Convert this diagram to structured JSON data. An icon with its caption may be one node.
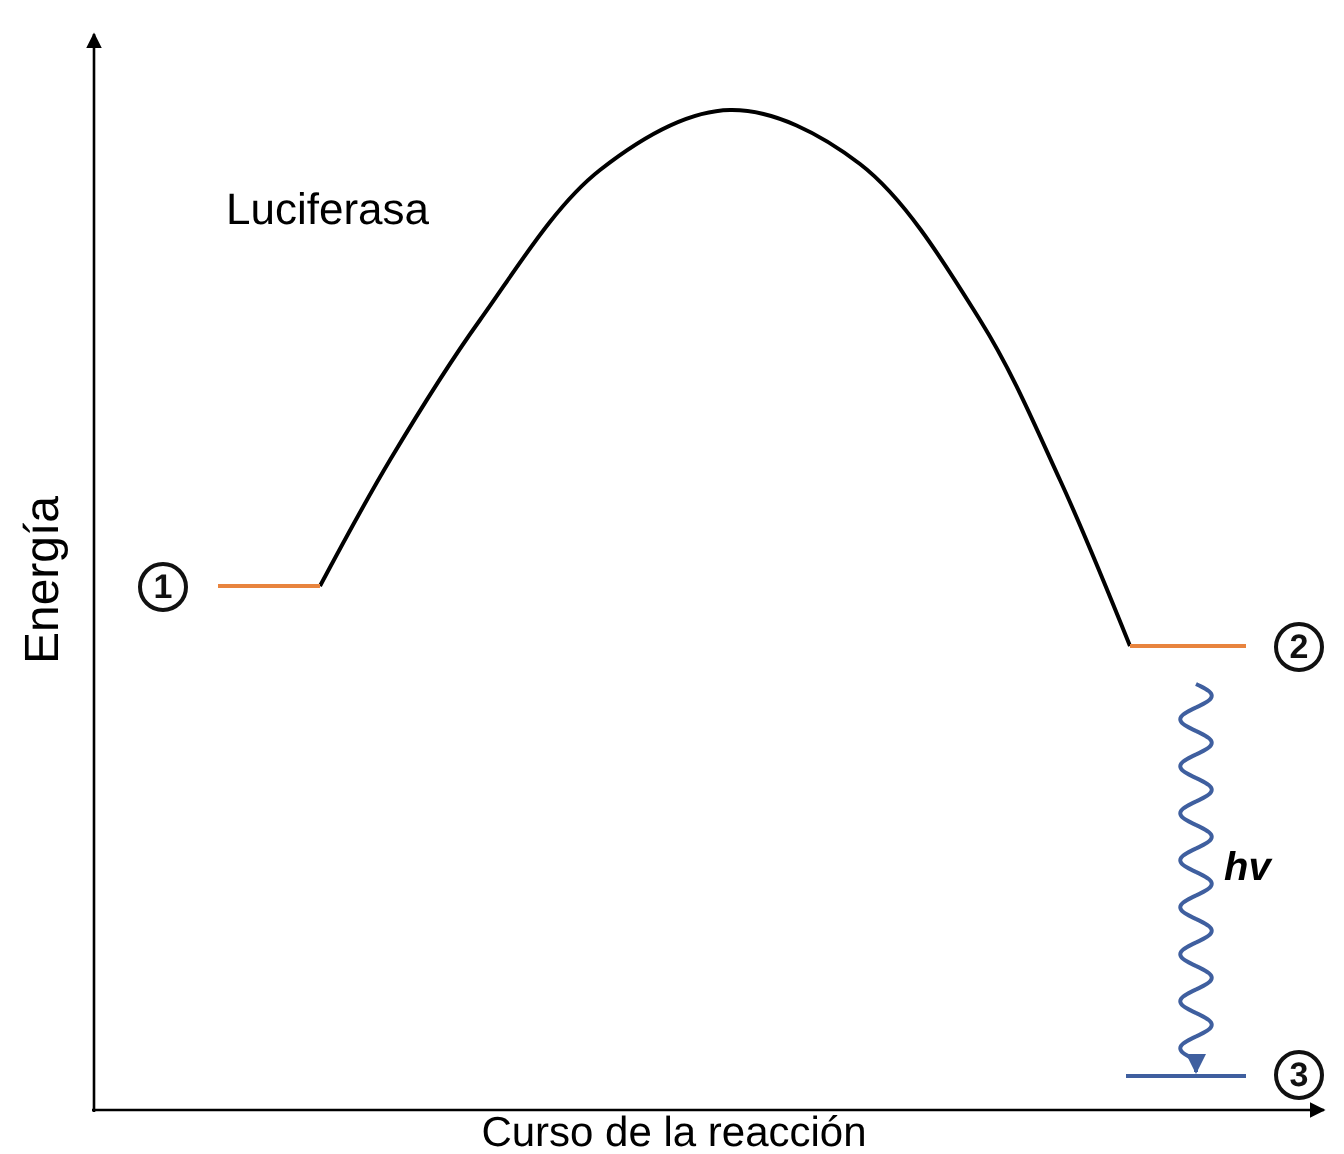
{
  "diagram": {
    "nodes": [
      {
        "text": [],
        "shape": "bar",
        "beside": [
          "1"
        ]
      },
      {
        "text": [],
        "shape": "bar",
        "beside": [
          "2"
        ]
      },
      {
        "text": [],
        "shape": "bar",
        "beside": [
          "3"
        ]
      }
    ],
    "edges": [
      {
        "from": 0,
        "to": 1,
        "arrow": "none"
      },
      {
        "from": 1,
        "to": 2,
        "arrow": "to",
        "color": "#3f5f9f"
      }
    ],
    "labels": [
      "Luciferasa",
      "hv",
      "Energía",
      "Curso de la reacción"
    ]
  }
}
